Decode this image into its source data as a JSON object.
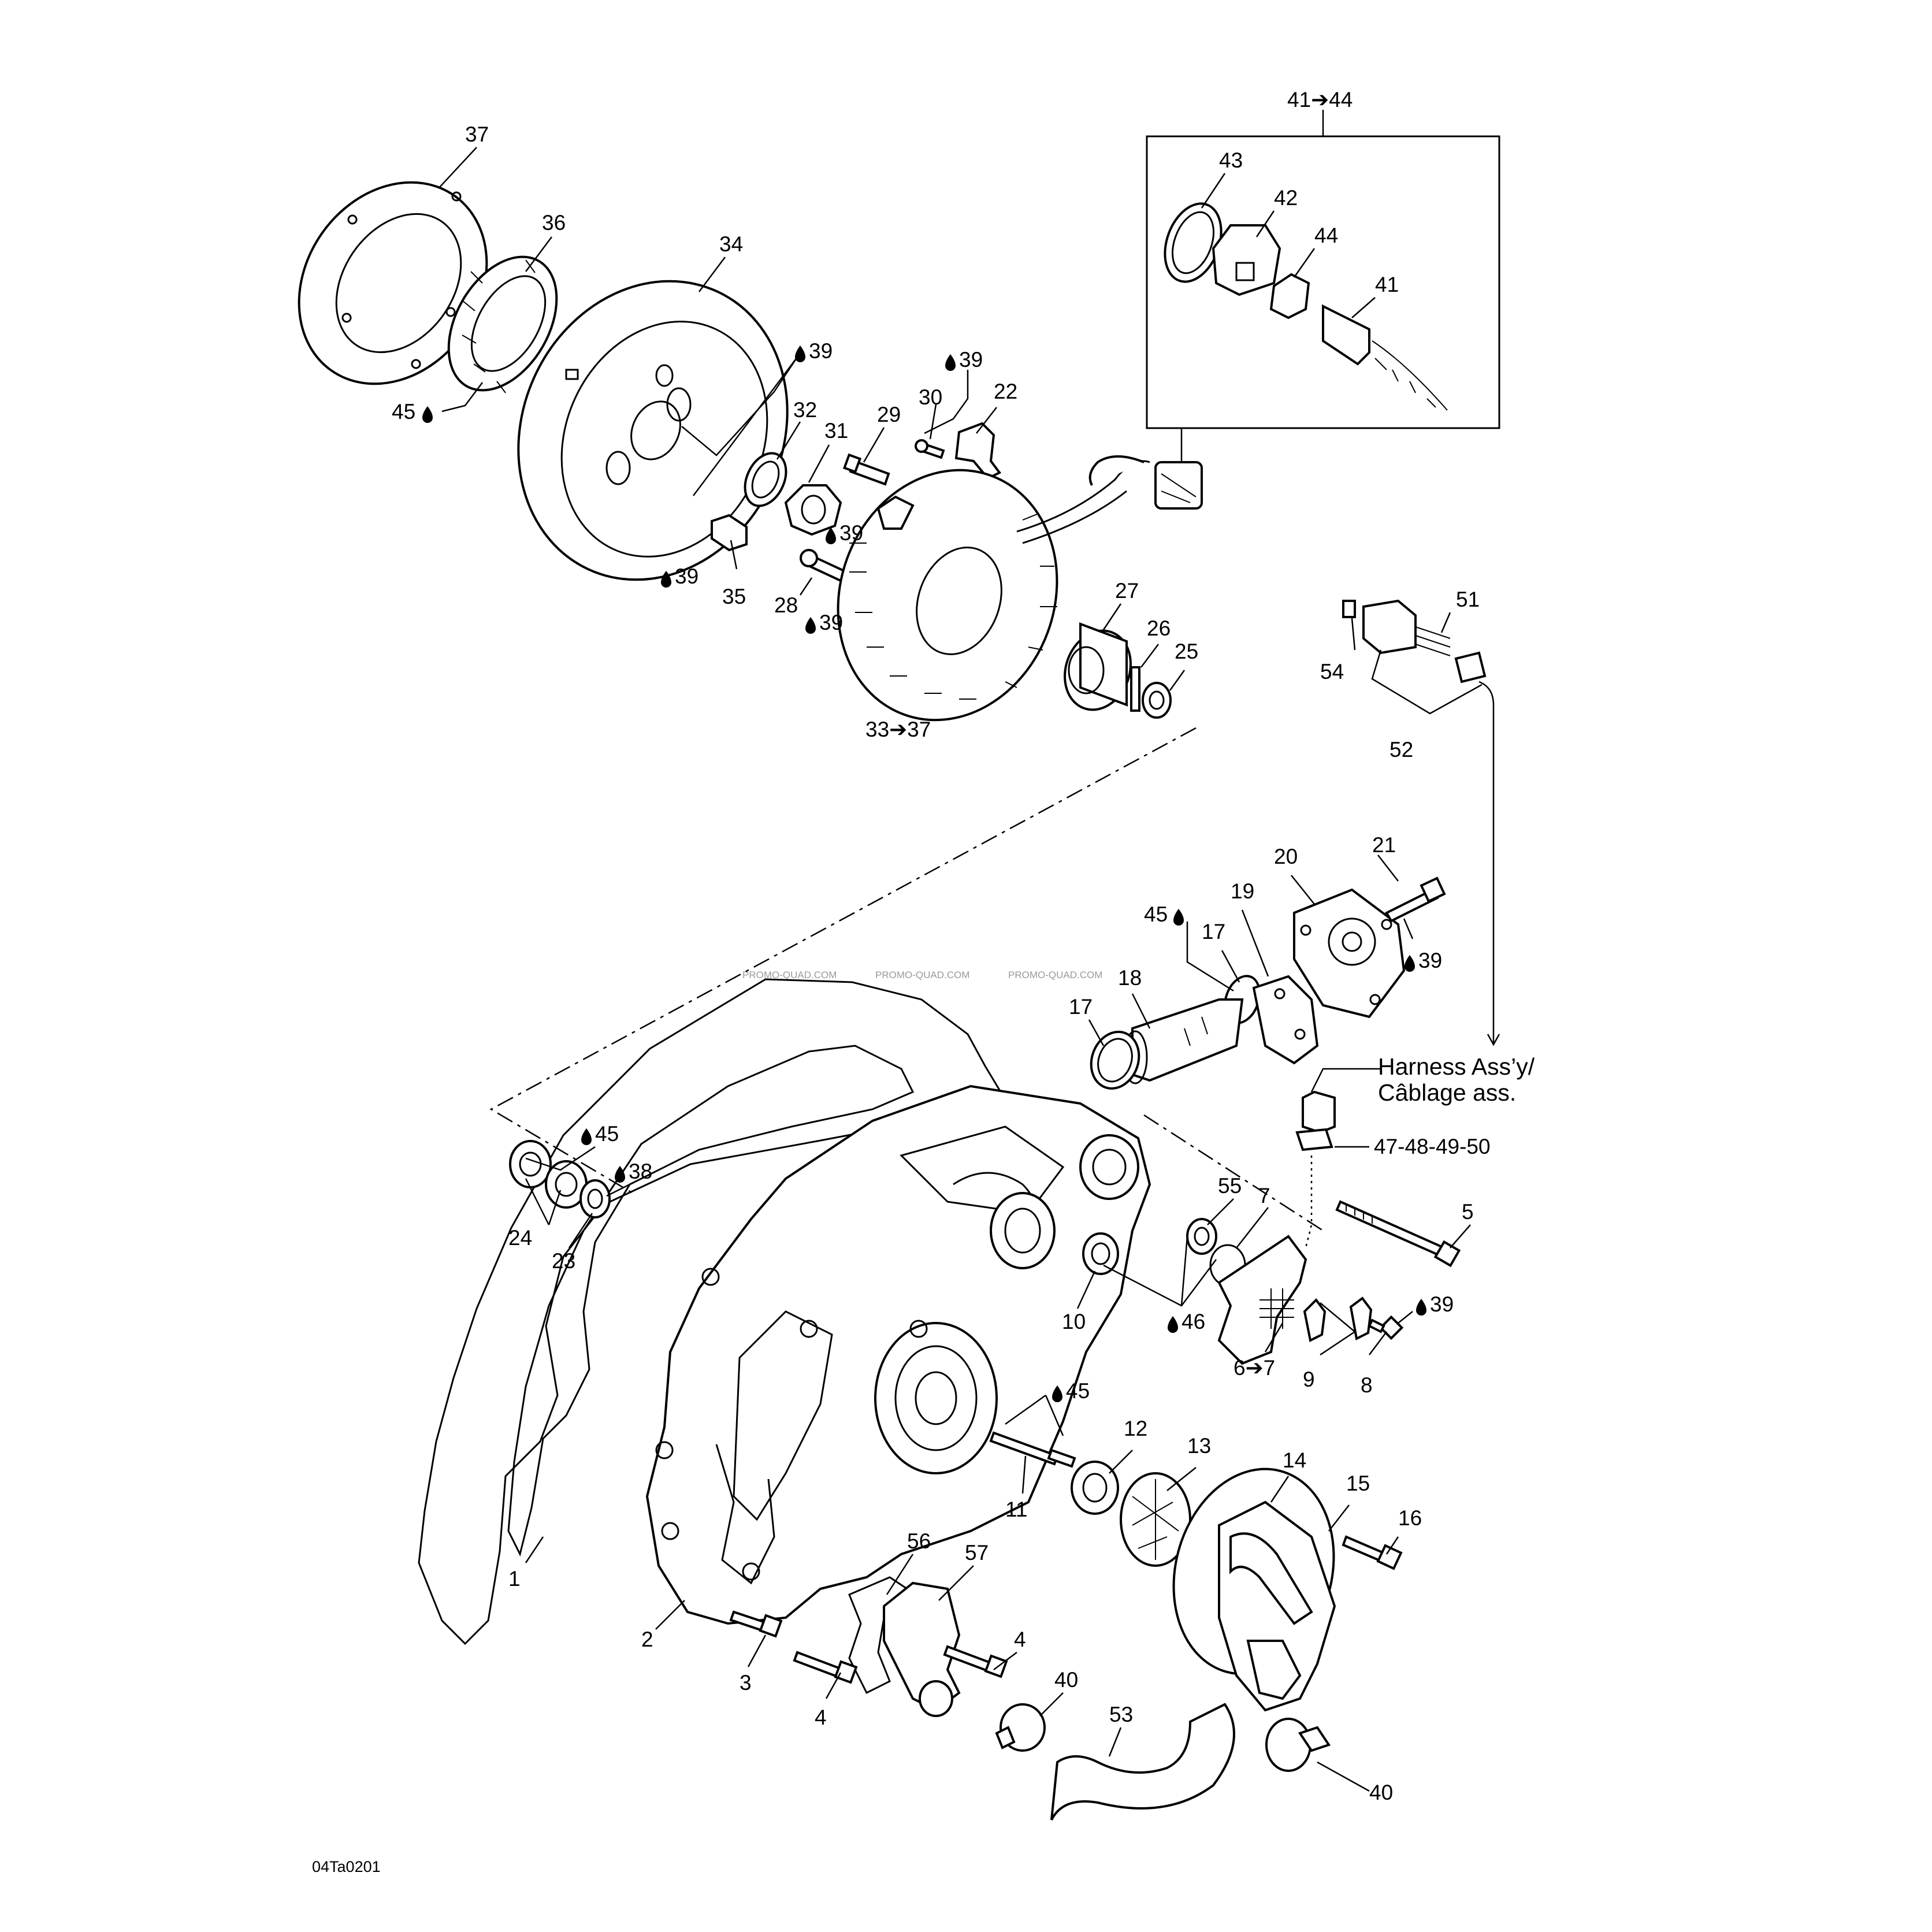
{
  "diagram_code": "04Ta0201",
  "watermark": "PROMO-QUAD.COM",
  "harness_note": {
    "line1": "Harness Ass’y/",
    "line2": "Câblage ass.",
    "ref": "47-48-49-50"
  },
  "callouts": [
    {
      "id": "c37",
      "text": "37"
    },
    {
      "id": "c36",
      "text": "36"
    },
    {
      "id": "c34",
      "text": "34"
    },
    {
      "id": "c45a",
      "text": "45"
    },
    {
      "id": "c39a",
      "text": "39"
    },
    {
      "id": "c39b",
      "text": "39"
    },
    {
      "id": "c32",
      "text": "32"
    },
    {
      "id": "c31",
      "text": "31"
    },
    {
      "id": "c29",
      "text": "29"
    },
    {
      "id": "c30",
      "text": "30"
    },
    {
      "id": "c22",
      "text": "22"
    },
    {
      "id": "c39c",
      "text": "39"
    },
    {
      "id": "c39d",
      "text": "39"
    },
    {
      "id": "c35",
      "text": "35"
    },
    {
      "id": "c28",
      "text": "28"
    },
    {
      "id": "c39e",
      "text": "39"
    },
    {
      "id": "c27",
      "text": "27"
    },
    {
      "id": "c26",
      "text": "26"
    },
    {
      "id": "c25",
      "text": "25"
    },
    {
      "id": "c33_37",
      "text": "33➔37"
    },
    {
      "id": "c41_44",
      "text": "41➔44"
    },
    {
      "id": "c43",
      "text": "43"
    },
    {
      "id": "c42",
      "text": "42"
    },
    {
      "id": "c44",
      "text": "44"
    },
    {
      "id": "c41",
      "text": "41"
    },
    {
      "id": "c51",
      "text": "51"
    },
    {
      "id": "c54",
      "text": "54"
    },
    {
      "id": "c52",
      "text": "52"
    },
    {
      "id": "c20",
      "text": "20"
    },
    {
      "id": "c21",
      "text": "21"
    },
    {
      "id": "c19",
      "text": "19"
    },
    {
      "id": "c45b",
      "text": "45"
    },
    {
      "id": "c17a",
      "text": "17"
    },
    {
      "id": "c39f",
      "text": "39"
    },
    {
      "id": "c18",
      "text": "18"
    },
    {
      "id": "c17b",
      "text": "17"
    },
    {
      "id": "c45c",
      "text": "45"
    },
    {
      "id": "c38",
      "text": "38"
    },
    {
      "id": "c24",
      "text": "24"
    },
    {
      "id": "c23",
      "text": "23"
    },
    {
      "id": "c55",
      "text": "55"
    },
    {
      "id": "c7",
      "text": "7"
    },
    {
      "id": "c5",
      "text": "5"
    },
    {
      "id": "c10",
      "text": "10"
    },
    {
      "id": "c46",
      "text": "46"
    },
    {
      "id": "c39g",
      "text": "39"
    },
    {
      "id": "c6_7",
      "text": "6➔7"
    },
    {
      "id": "c9",
      "text": "9"
    },
    {
      "id": "c8",
      "text": "8"
    },
    {
      "id": "c45d",
      "text": "45"
    },
    {
      "id": "c12",
      "text": "12"
    },
    {
      "id": "c13",
      "text": "13"
    },
    {
      "id": "c14",
      "text": "14"
    },
    {
      "id": "c15",
      "text": "15"
    },
    {
      "id": "c16",
      "text": "16"
    },
    {
      "id": "c11",
      "text": "11"
    },
    {
      "id": "c1",
      "text": "1"
    },
    {
      "id": "c56",
      "text": "56"
    },
    {
      "id": "c57",
      "text": "57"
    },
    {
      "id": "c2",
      "text": "2"
    },
    {
      "id": "c3",
      "text": "3"
    },
    {
      "id": "c4a",
      "text": "4"
    },
    {
      "id": "c4b",
      "text": "4"
    },
    {
      "id": "c40a",
      "text": "40"
    },
    {
      "id": "c53",
      "text": "53"
    },
    {
      "id": "c40b",
      "text": "40"
    }
  ]
}
